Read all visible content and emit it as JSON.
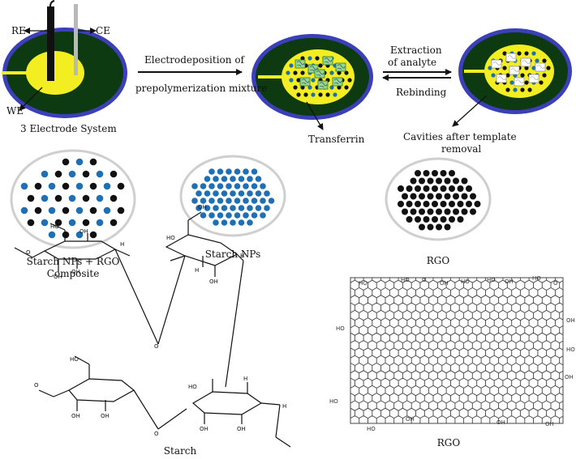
{
  "labels": {
    "re": "RE",
    "ce": "CE",
    "we": "WE",
    "three_electrode": "3 Electrode System",
    "electrodeposition_line1": "Electrodeposition of",
    "electrodeposition_line2": "prepolymerization mixture",
    "extraction_line1": "Extraction",
    "extraction_line2": "of analyte",
    "rebinding": "Rebinding",
    "transferrin": "Transferrin",
    "cavities_line1": "Cavities after template",
    "cavities_line2": "removal",
    "composite_line1": "Starch NPs + RGO",
    "composite_line2": "Composite",
    "starch_nps": "Starch NPs",
    "rgo_top": "RGO",
    "starch": "Starch",
    "rgo_bottom": "RGO",
    "ho": "HO",
    "oh": "OH",
    "o": "O",
    "h": "H"
  },
  "colors": {
    "electrode_dark": "#0d3a10",
    "electrode_rim": "#3b3fb8",
    "electrode_yellow": "#f2ee22",
    "starch_np": "#1f6fb5",
    "rgo": "#111111",
    "circle_outline": "#cfcfcf"
  }
}
